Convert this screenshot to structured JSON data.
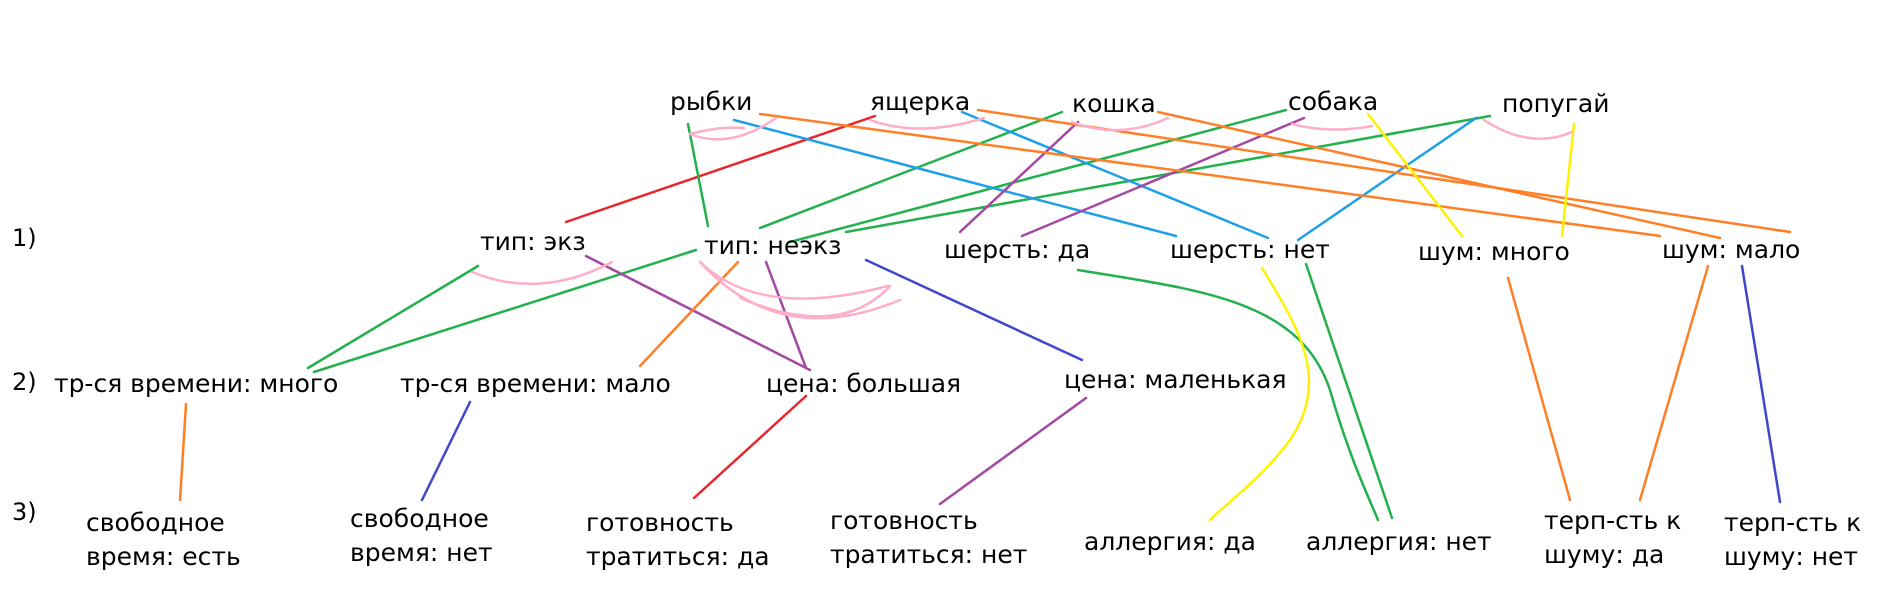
{
  "levels": [
    "1)",
    "2)",
    "3)"
  ],
  "animals": [
    "рыбки",
    "ящерка",
    "кошка",
    "собака",
    "попугай"
  ],
  "features": [
    "тип: экз",
    "тип: неэкз",
    "шерсть: да",
    "шерсть: нет",
    "шум: много",
    "шум: мало"
  ],
  "requirements": [
    "тр-ся времени: много",
    "тр-ся времени: мало",
    "цена: большая",
    "цена: маленькая"
  ],
  "conditions": [
    [
      "свободное",
      "время: есть"
    ],
    [
      "свободное",
      "время: нет"
    ],
    [
      "готовность",
      "тратиться: да"
    ],
    [
      "готовность",
      "тратиться: нет"
    ],
    [
      "аллергия: да"
    ],
    [
      "аллергия: нет"
    ],
    [
      "терп-сть к",
      "шуму: да"
    ],
    [
      "терп-сть к",
      "шуму: нет"
    ]
  ],
  "colors": {
    "red": "#e8262b",
    "green": "#22b14c",
    "orange": "#ff7f27",
    "blue": "#1ea0e6",
    "purple": "#a349a4",
    "yellow": "#fff200",
    "pink": "#ffaec9",
    "navy": "#3f48cc"
  }
}
